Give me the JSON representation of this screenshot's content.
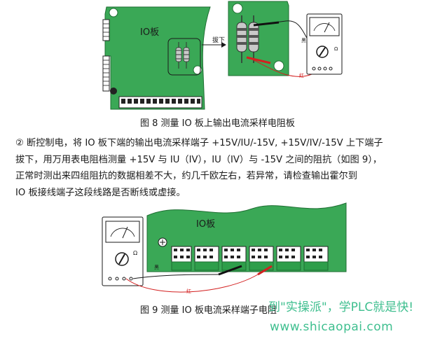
{
  "figure8": {
    "board_label": "IO板",
    "unplug_label": "拔下",
    "black_probe_label": "黑",
    "red_probe_label": "红",
    "ohm_symbol": "Ω",
    "caption": "图 8 测量 IO 板上输出电流采样电阻板"
  },
  "paragraph": {
    "lines": [
      "② 断控制电，将 IO 板下端的输出电流采样端子 +15V/IU/-15V, +15V/IV/-15V 上下端子",
      "拔下，用万用表电阻档测量 +15V 与 IU（IV），IU（IV）与 -15V 之间的阻抗（如图 9），",
      "正常时测出来四组阻抗的数据相差不大，约几千欧左右，若异常，请检查输出霍尔到",
      "IO 板接线端子这段线路是否断线或虚接。"
    ]
  },
  "figure9": {
    "board_label": "IO板",
    "black_probe_label": "黑",
    "red_probe_label": "红",
    "ohm_symbol": "Ω",
    "caption": "图 9 测量 IO 板电流采样端子电阻"
  },
  "watermark": {
    "line1": "到\"实操派\"，学PLC就是快!",
    "line2": "www.shicaopai.com"
  },
  "colors": {
    "board_green": "#3aa856",
    "board_dark": "#2d8c45",
    "terminal_green": "#2e9e4a",
    "probe_red": "#d32020",
    "watermark": "#3fbf8f"
  }
}
